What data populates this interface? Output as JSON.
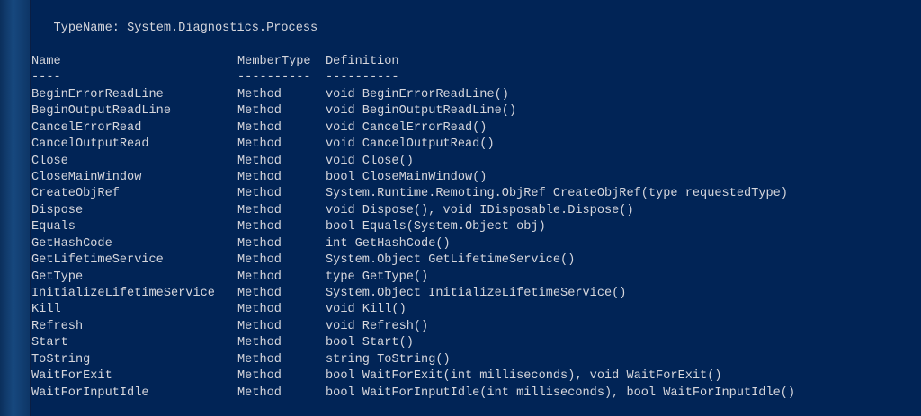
{
  "type_line": "TypeName: System.Diagnostics.Process",
  "headers": {
    "name": "Name",
    "member_type": "MemberType",
    "definition": "Definition"
  },
  "separators": {
    "name": "----",
    "member_type": "----------",
    "definition": "----------"
  },
  "rows": [
    {
      "name": "BeginErrorReadLine",
      "type": "Method",
      "def": "void BeginErrorReadLine()"
    },
    {
      "name": "BeginOutputReadLine",
      "type": "Method",
      "def": "void BeginOutputReadLine()"
    },
    {
      "name": "CancelErrorRead",
      "type": "Method",
      "def": "void CancelErrorRead()"
    },
    {
      "name": "CancelOutputRead",
      "type": "Method",
      "def": "void CancelOutputRead()"
    },
    {
      "name": "Close",
      "type": "Method",
      "def": "void Close()"
    },
    {
      "name": "CloseMainWindow",
      "type": "Method",
      "def": "bool CloseMainWindow()"
    },
    {
      "name": "CreateObjRef",
      "type": "Method",
      "def": "System.Runtime.Remoting.ObjRef CreateObjRef(type requestedType)"
    },
    {
      "name": "Dispose",
      "type": "Method",
      "def": "void Dispose(), void IDisposable.Dispose()"
    },
    {
      "name": "Equals",
      "type": "Method",
      "def": "bool Equals(System.Object obj)"
    },
    {
      "name": "GetHashCode",
      "type": "Method",
      "def": "int GetHashCode()"
    },
    {
      "name": "GetLifetimeService",
      "type": "Method",
      "def": "System.Object GetLifetimeService()"
    },
    {
      "name": "GetType",
      "type": "Method",
      "def": "type GetType()"
    },
    {
      "name": "InitializeLifetimeService",
      "type": "Method",
      "def": "System.Object InitializeLifetimeService()"
    },
    {
      "name": "Kill",
      "type": "Method",
      "def": "void Kill()"
    },
    {
      "name": "Refresh",
      "type": "Method",
      "def": "void Refresh()"
    },
    {
      "name": "Start",
      "type": "Method",
      "def": "bool Start()"
    },
    {
      "name": "ToString",
      "type": "Method",
      "def": "string ToString()"
    },
    {
      "name": "WaitForExit",
      "type": "Method",
      "def": "bool WaitForExit(int milliseconds), void WaitForExit()"
    },
    {
      "name": "WaitForInputIdle",
      "type": "Method",
      "def": "bool WaitForInputIdle(int milliseconds), bool WaitForInputIdle()"
    }
  ]
}
